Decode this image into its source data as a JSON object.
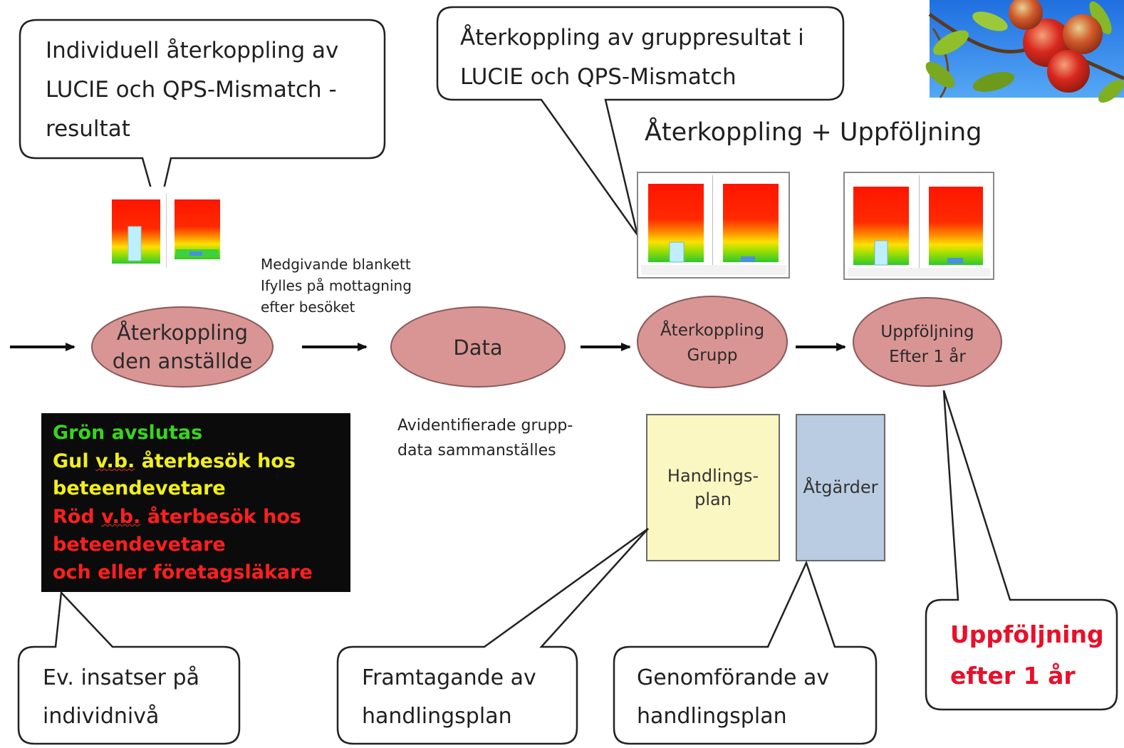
{
  "colors": {
    "oval_fill": "#d99594",
    "handling_fill": "#fbf7c2",
    "atgarder_fill": "#b9cce2",
    "legend_bg": "#0b0b0b",
    "green": "#39d321",
    "yellow": "#f2ef1a",
    "red": "#ff1f1f",
    "red_callout": "#e8102a"
  },
  "callouts": {
    "individual": [
      "Individuell återkoppling av",
      "LUCIE och QPS-Mismatch -",
      "resultat"
    ],
    "group": [
      "Återkoppling av gruppresultat i",
      "LUCIE och QPS-Mismatch"
    ],
    "individual_level": [
      "Ev. insatser på",
      "individnivå"
    ],
    "develop_plan": [
      "Framtagande av",
      "handlingsplan"
    ],
    "implement_plan": [
      "Genomförande av",
      "handlingsplan"
    ],
    "followup": [
      "Uppföljning",
      "efter 1 år"
    ]
  },
  "heading": "Återkoppling + Uppföljning",
  "consent_note": [
    "Medgivande blankett",
    "Ifylles på mottagning",
    "efter besöket"
  ],
  "anonymized_note": [
    "Avidentifierade grupp-",
    "data sammanställes"
  ],
  "process": {
    "step1": [
      "Återkoppling",
      "den anställde"
    ],
    "step2": "Data",
    "step3": [
      "Återkoppling",
      "Grupp"
    ],
    "step4": [
      "Uppföljning",
      "Efter 1 år"
    ]
  },
  "boxes": {
    "handlingsplan": [
      "Handlings-",
      "plan"
    ],
    "atgarder": "Åtgärder"
  },
  "legend": {
    "green": "Grön avslutas",
    "yellow_a": "Gul ",
    "yellow_vb": "v.b.",
    "yellow_b": " återbesök hos",
    "yellow_c": "beteendevetare",
    "red_a": "Röd ",
    "red_vb": "v.b.",
    "red_b": " återbesök hos",
    "red_c": "beteendevetare",
    "red_d": "och eller företagsläkare"
  }
}
